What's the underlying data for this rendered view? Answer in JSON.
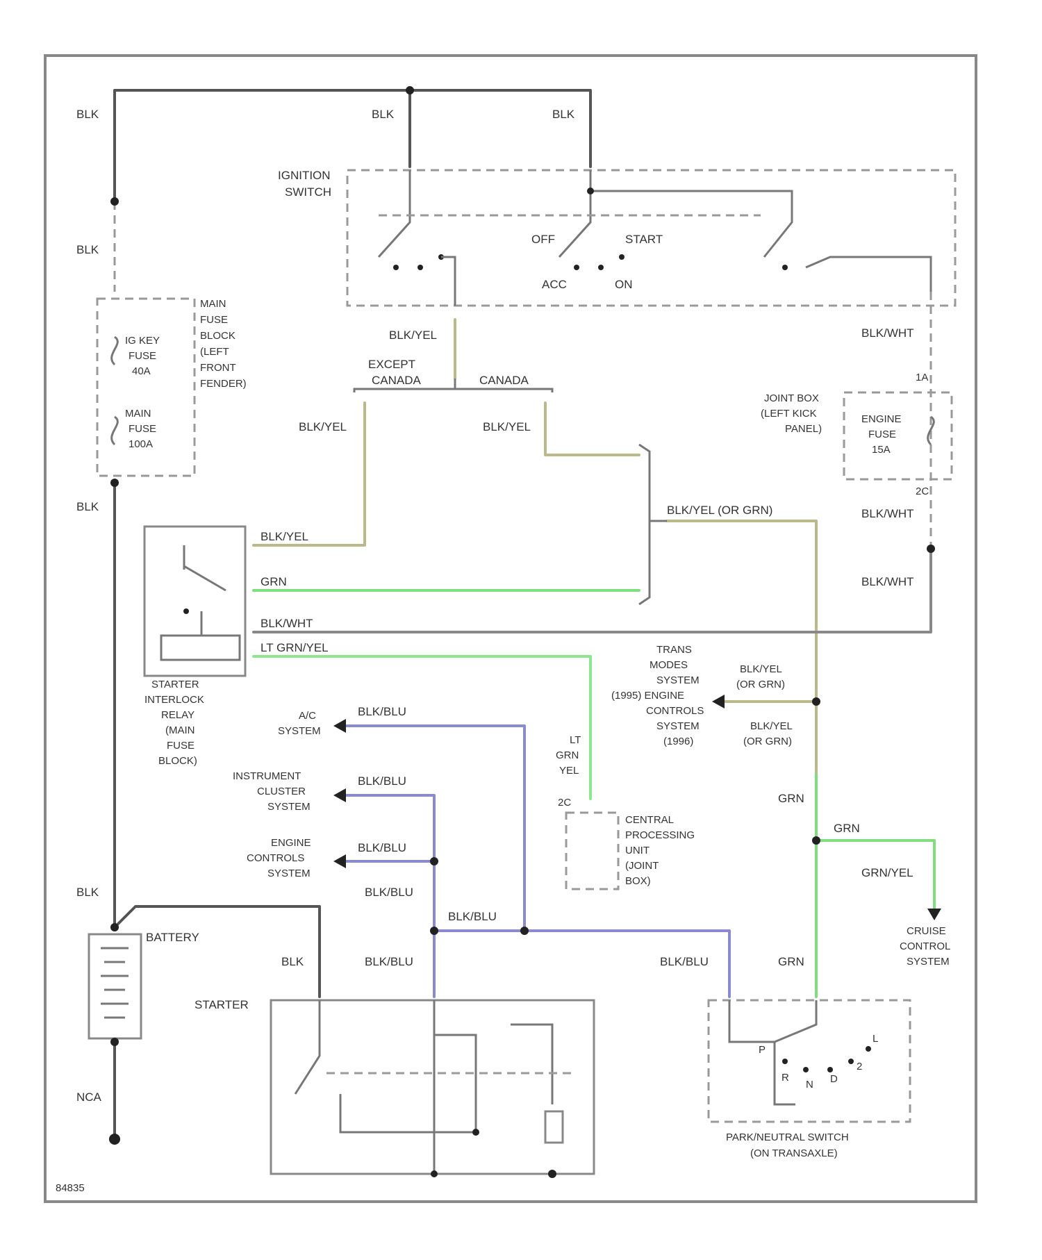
{
  "colors": {
    "blk": "#555555",
    "blk_yel": "#b9b98a",
    "grn": "#7de07d",
    "lt_grn_yel": "#8ee68e",
    "blk_blu": "#8a8ad0",
    "blk_wht": "#888888",
    "outline": "#999999"
  },
  "labels": {
    "blk_top_left": "BLK",
    "blk_top_mid": "BLK",
    "blk_top_right": "BLK",
    "blk_left2": "BLK",
    "blk_left3": "BLK",
    "blk_left4": "BLK",
    "blk_starter": "BLK",
    "nca": "NCA",
    "ignition_switch": [
      "IGNITION",
      "SWITCH"
    ],
    "off": "OFF",
    "start": "START",
    "acc": "ACC",
    "on": "ON",
    "blk_yel_1": "BLK/YEL",
    "except_canada": [
      "EXCEPT",
      "CANADA"
    ],
    "canada": "CANADA",
    "blk_yel_2": "BLK/YEL",
    "blk_yel_3": "BLK/YEL",
    "blk_yel_relay": "BLK/YEL",
    "grn_relay": "GRN",
    "blk_wht_relay": "BLK/WHT",
    "lt_grn_yel": "LT GRN/YEL",
    "blk_yel_or_grn": "BLK/YEL (OR GRN)",
    "main_fuse_block": [
      "MAIN",
      "FUSE",
      "BLOCK",
      "(LEFT",
      "FRONT",
      "FENDER)"
    ],
    "ig_key_fuse": [
      "IG KEY",
      "FUSE",
      "40A"
    ],
    "main_fuse": [
      "MAIN",
      "FUSE",
      "100A"
    ],
    "joint_box": [
      "JOINT BOX",
      "(LEFT KICK",
      "PANEL)"
    ],
    "engine_fuse": [
      "ENGINE",
      "FUSE",
      "15A"
    ],
    "blk_wht_1": "BLK/WHT",
    "blk_wht_2": "BLK/WHT",
    "blk_wht_3": "BLK/WHT",
    "pin_1a": "1A",
    "pin_2c": "2C",
    "starter_interlock": [
      "STARTER",
      "INTERLOCK",
      "RELAY",
      "(MAIN",
      "FUSE",
      "BLOCK)"
    ],
    "ac_system": [
      "A/C",
      "SYSTEM"
    ],
    "instrument_cluster": [
      "INSTRUMENT",
      "CLUSTER",
      "SYSTEM"
    ],
    "engine_controls": [
      "ENGINE",
      "CONTROLS",
      "SYSTEM"
    ],
    "blk_blu_1": "BLK/BLU",
    "blk_blu_2": "BLK/BLU",
    "blk_blu_3": "BLK/BLU",
    "blk_blu_4": "BLK/BLU",
    "blk_blu_5": "BLK/BLU",
    "blk_blu_6": "BLK/BLU",
    "blk_blu_7": "BLK/BLU",
    "lt_grn_yel_vert": [
      "LT",
      "GRN",
      "YEL"
    ],
    "pin_2c_cpu": "2C",
    "cpu_joint_box": [
      "CENTRAL",
      "PROCESSING",
      "UNIT",
      "(JOINT",
      "BOX)"
    ],
    "trans_modes": [
      "TRANS",
      "MODES",
      "SYSTEM",
      "(1995) ENGINE",
      "CONTROLS",
      "SYSTEM",
      "(1996)"
    ],
    "blk_yel_or_grn_2": [
      "BLK/YEL",
      "(OR GRN)"
    ],
    "blk_yel_or_grn_3": [
      "BLK/YEL",
      "(OR GRN)"
    ],
    "grn_1": "GRN",
    "grn_2": "GRN",
    "grn_3": "GRN",
    "grn_yel": "GRN/YEL",
    "cruise_control": [
      "CRUISE",
      "CONTROL",
      "SYSTEM"
    ],
    "battery": "BATTERY",
    "starter": "STARTER",
    "park_neutral": [
      "PARK/NEUTRAL SWITCH",
      "(ON TRANSAXLE)"
    ],
    "gear_p": "P",
    "gear_r": "R",
    "gear_n": "N",
    "gear_d": "D",
    "gear_2": "2",
    "gear_l": "L",
    "figure_code": "84835"
  }
}
